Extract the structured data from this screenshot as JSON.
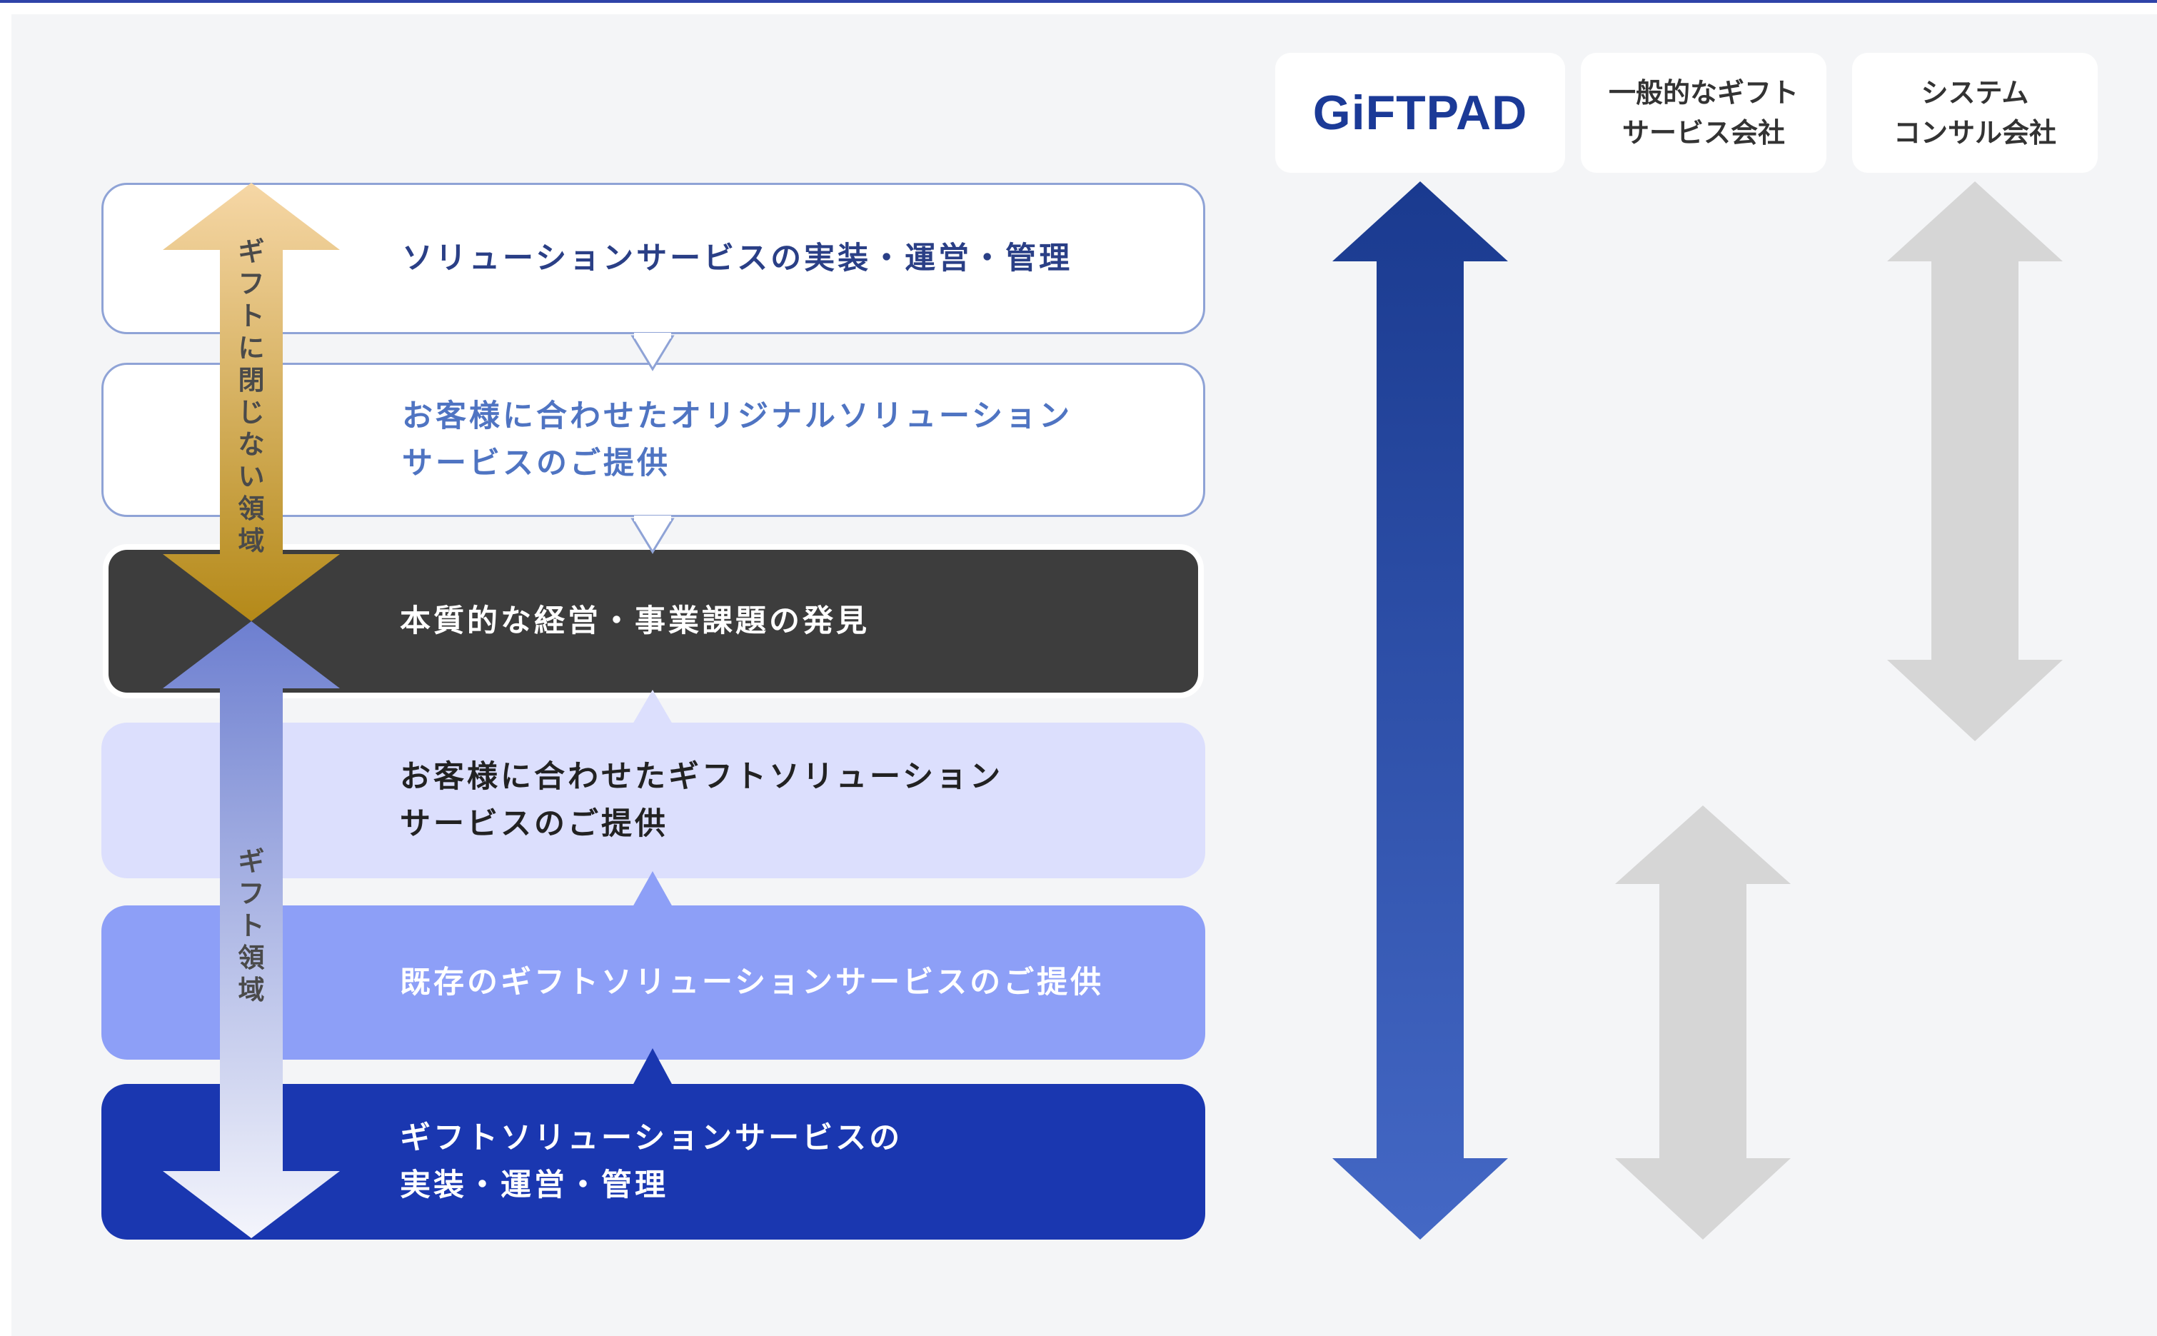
{
  "columns": {
    "giftpad": "GiFTPAD",
    "general": "一般的なギフト\nサービス会社",
    "consult": "システム\nコンサル会社"
  },
  "steps": [
    {
      "text": "ソリューションサービスの実装・運営・管理"
    },
    {
      "text": "お客様に合わせたオリジナルソリューション\nサービスのご提供"
    },
    {
      "text": "本質的な経営・事業課題の発見"
    },
    {
      "text": "お客様に合わせたギフトソリューション\nサービスのご提供"
    },
    {
      "text": "既存のギフトソリューションサービスのご提供"
    },
    {
      "text": "ギフトソリューションサービスの\n実装・運営・管理"
    }
  ],
  "side_labels": {
    "upper": "ギフトに閉じない領域",
    "lower": "ギフト領域"
  },
  "colors": {
    "navy": "#1a37b0",
    "mid_blue": "#8d9ff7",
    "light_blue": "#dcdffd",
    "dark": "#3d3d3d",
    "gold": "#b98f1f",
    "grey_arrow": "#d6d6d6"
  }
}
